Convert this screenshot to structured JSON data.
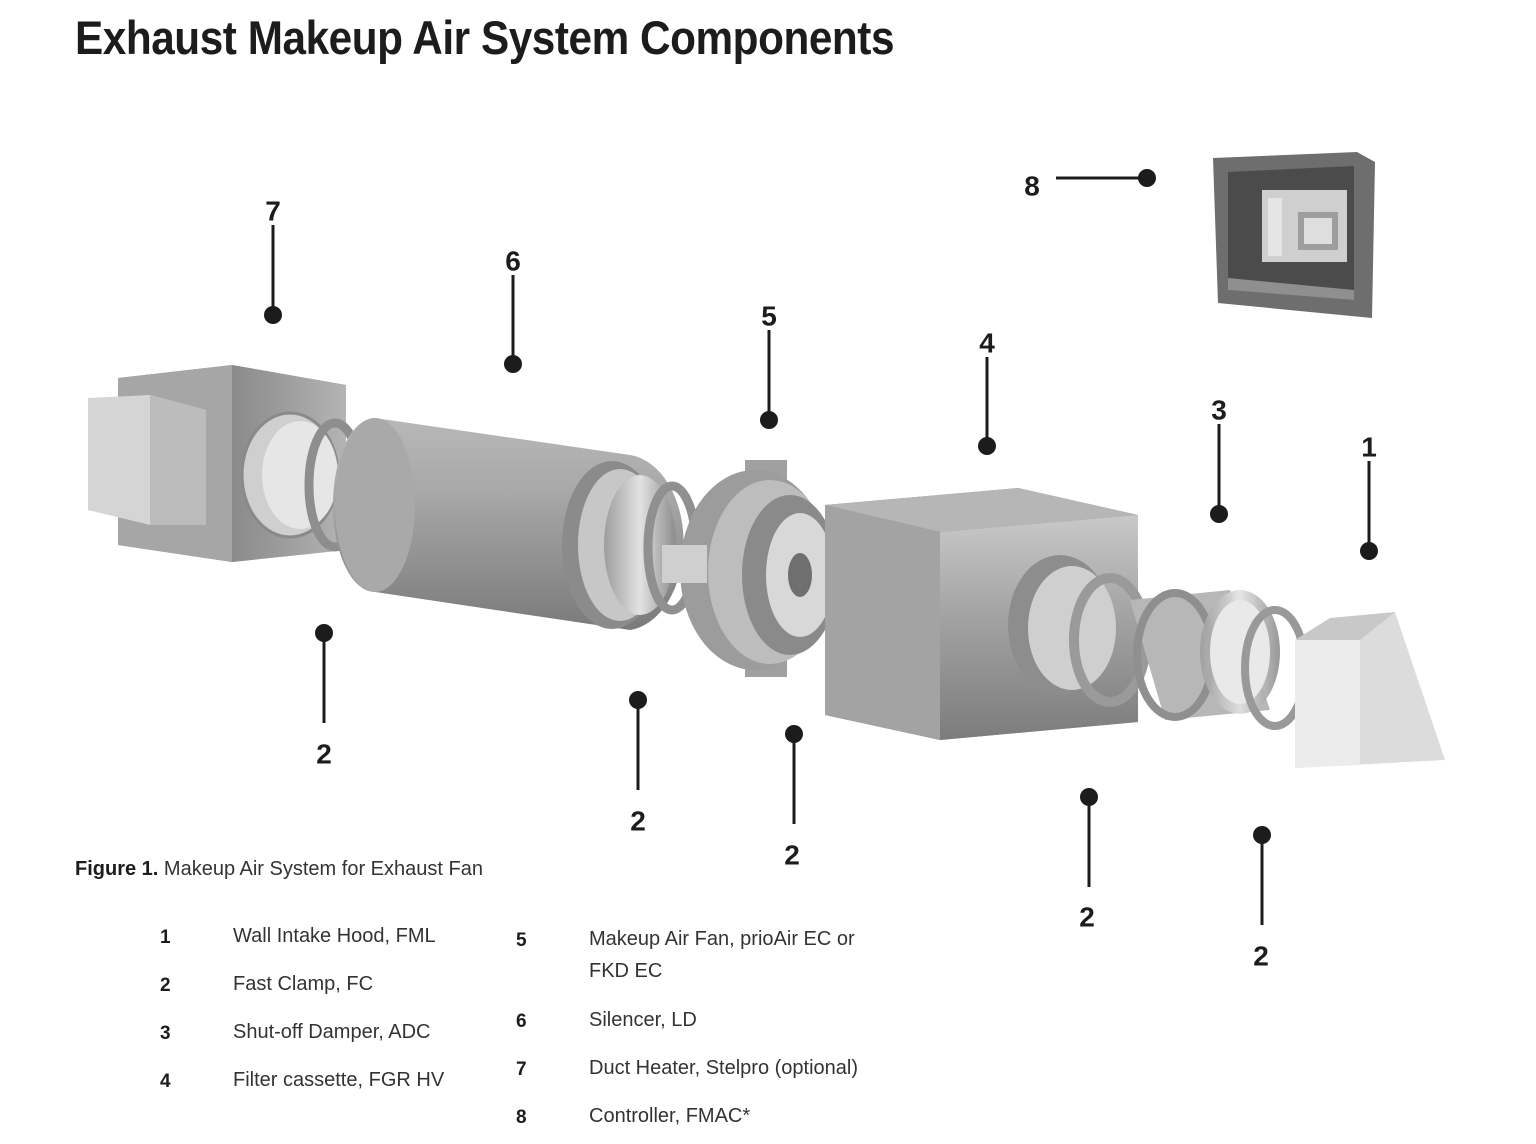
{
  "title": "Exhaust Makeup Air System Components",
  "callouts": [
    "8",
    "7",
    "6",
    "5",
    "4",
    "3",
    "1",
    "2",
    "2",
    "2",
    "2",
    "2"
  ],
  "caption": {
    "label": "Figure 1.",
    "text": "Makeup Air System for Exhaust Fan"
  },
  "legend": [
    {
      "number": "1",
      "text": "Wall Intake Hood, FML"
    },
    {
      "number": "2",
      "text": "Fast Clamp, FC"
    },
    {
      "number": "3",
      "text": "Shut-off Damper, ADC"
    },
    {
      "number": "4",
      "text": "Filter cassette, FGR HV"
    },
    {
      "number": "5",
      "text": "Makeup Air Fan, prioAir EC or FKD EC"
    },
    {
      "number": "6",
      "text": "Silencer, LD"
    },
    {
      "number": "7",
      "text": "Duct Heater, Stelpro (optional)"
    },
    {
      "number": "8",
      "text": "Controller, FMAC*"
    }
  ]
}
